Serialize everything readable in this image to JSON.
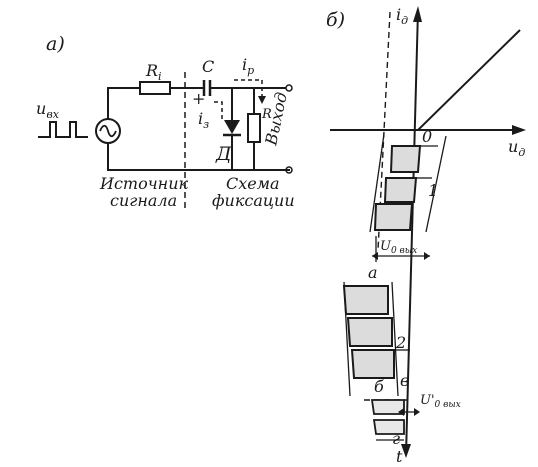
{
  "panel_a": {
    "label": "а)",
    "input_signal_label": "u",
    "input_signal_sub": "вх",
    "resistor_label": "R",
    "resistor_sub": "i",
    "capacitor_label": "C",
    "current_p_label": "i",
    "current_p_sub": "р",
    "current_z_label": "i",
    "current_z_sub": "з",
    "plus_sign": "+",
    "diode_label": "Д",
    "output_resistor_label": "R",
    "output_label": "Выход",
    "source_caption_line1": "Источник",
    "source_caption_line2": "сигнала",
    "clamp_caption_line1": "Схема",
    "clamp_caption_line2": "фиксации"
  },
  "panel_b": {
    "label": "б)",
    "y_axis_label": "i",
    "y_axis_sub": "д",
    "x_axis_label": "u",
    "x_axis_sub": "д",
    "origin_label": "0",
    "pulse_group_1_label": "1",
    "pulse_group_2_label": "2",
    "u0_out_top_label": "U",
    "u0_out_top_sub": "0 вых",
    "point_a_label": "а",
    "point_b_label": "б",
    "point_v_label": "в",
    "point_g_label": "г",
    "u0_out_bottom_label": "U'",
    "u0_out_bottom_sub": "0 вых",
    "t_axis_label": "t"
  }
}
